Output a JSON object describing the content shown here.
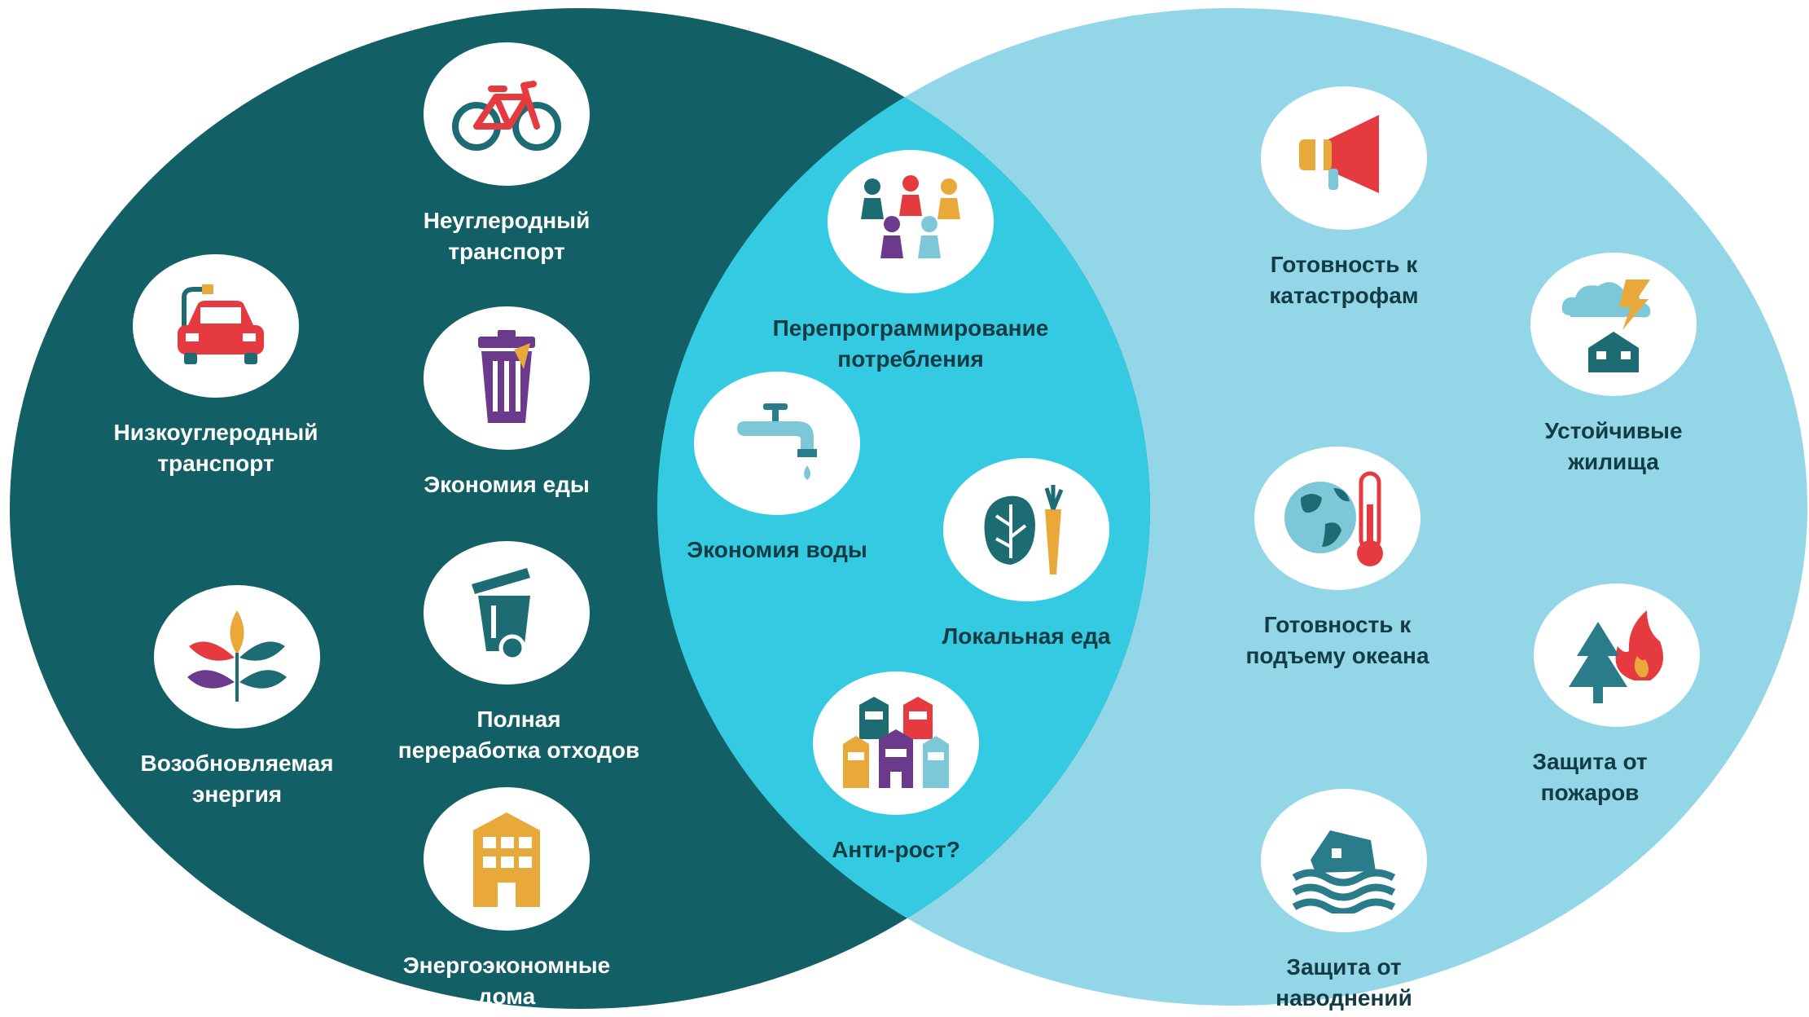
{
  "colors": {
    "mitigation_circle": "#135f66",
    "adaptation_circle": "#93d6e8",
    "overlap": "#34cbe2"
  },
  "mitigation": {
    "carbon_free_transport": {
      "icon": "bicycle-icon",
      "label": "Неуглеродный\nтранспорт"
    },
    "low_carbon_transport": {
      "icon": "electric-car-icon",
      "label": "Низкоуглеродный\nтранспорт"
    },
    "food_saving": {
      "icon": "compost-bin-icon",
      "label": "Экономия еды"
    },
    "renewable_energy": {
      "icon": "plant-leaves-icon",
      "label": "Возобновляемая\nэнергия"
    },
    "full_recycling": {
      "icon": "trash-can-icon",
      "label": "Полная\nпереработка отходов"
    },
    "efficient_homes": {
      "icon": "building-icon",
      "label": "Энергоэкономные\nдома"
    }
  },
  "overlap": {
    "consumption_reprogramming": {
      "icon": "people-group-icon",
      "label": "Перепрограммирование\nпотребления"
    },
    "water_saving": {
      "icon": "water-tap-icon",
      "label": "Экономия воды"
    },
    "local_food": {
      "icon": "vegetables-icon",
      "label": "Локальная еда"
    },
    "anti_growth": {
      "icon": "houses-cluster-icon",
      "label": "Анти-рост?"
    }
  },
  "adaptation": {
    "disaster_readiness": {
      "icon": "megaphone-icon",
      "label": "Готовность к\nкатастрофам"
    },
    "resilient_housing": {
      "icon": "storm-house-icon",
      "label": "Устойчивые\nжилища"
    },
    "ocean_rise_readiness": {
      "icon": "globe-thermometer-icon",
      "label": "Готовность к\nподъему океана"
    },
    "fire_protection": {
      "icon": "forest-fire-icon",
      "label": "Защита от\nпожаров"
    },
    "flood_protection": {
      "icon": "flooded-house-icon",
      "label": "Защита от\nнаводнений"
    }
  }
}
